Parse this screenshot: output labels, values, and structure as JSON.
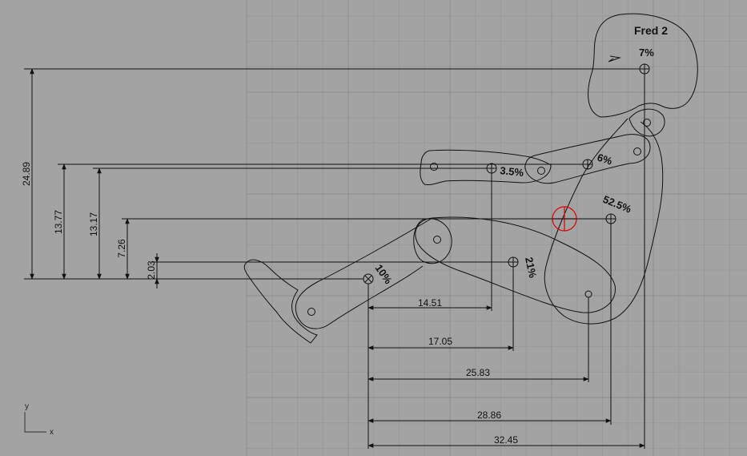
{
  "viewport": {
    "title": "Fred 2",
    "background": "#a3a3a3",
    "grid_minor_color": "#9a9a9a",
    "grid_major_color": "#8d8d8d",
    "line_color": "#111111",
    "highlight_color": "#dd0000"
  },
  "axes": {
    "x_label": "x",
    "y_label": "y"
  },
  "mass_labels": {
    "head": "7%",
    "upper_arm": "6%",
    "forearm": "3.5%",
    "torso": "52.5%",
    "thigh": "21%",
    "shank": "10%"
  },
  "vertical_dimensions": {
    "head": "24.89",
    "upper_arm": "13.77",
    "forearm": "13.17",
    "torso": "7.26",
    "thigh": "2.03"
  },
  "horizontal_dimensions": {
    "forearm": "14.51",
    "thigh": "17.05",
    "pelvis": "25.83",
    "torso": "28.86",
    "head": "32.45"
  }
}
